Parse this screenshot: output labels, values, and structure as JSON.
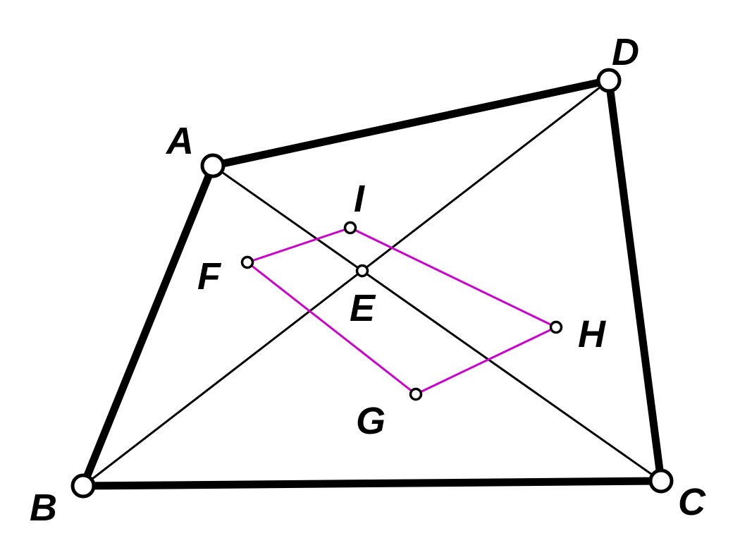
{
  "labels": {
    "A": "A",
    "B": "B",
    "C": "C",
    "D": "D",
    "E": "E",
    "F": "F",
    "G": "G",
    "H": "H",
    "I": "I"
  },
  "colors": {
    "quadrilateral": "#000000",
    "diagonals": "#000000",
    "midpoint_parallelogram": "#cc00cc",
    "point_fill": "#ffffff"
  }
}
